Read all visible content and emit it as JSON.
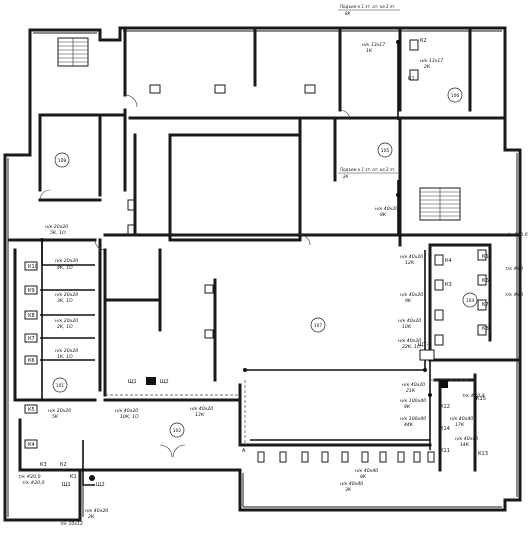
{
  "rooms": [
    "105",
    "106",
    "107",
    "104",
    "101",
    "102",
    "108"
  ],
  "notes": {
    "top_note": "Подъем к 1 эт. от. на 2 эт.",
    "top_note_sub": "8К",
    "mid_note": "Подъем к 1 эт. от. на 2 эт.",
    "mid_note_sub": "2К"
  },
  "pipe_labels": [
    "н/к 20х20",
    "5К, 1О",
    "н/к 20х20",
    "4К, 1О",
    "н/к 20х20",
    "3К, 1О",
    "н/к 20х20",
    "2К, 1О",
    "н/к 20х20",
    "1К, 1О",
    "н/к 20х20",
    "5К",
    "н/к 40х20",
    "8К",
    "н/к 40х20",
    "12К",
    "н/к 40х20",
    "9К",
    "н/к 40х20",
    "10К",
    "н/к 40х20",
    "22К, 1О",
    "н/к 40х20",
    "21К",
    "н/к 100х40",
    "8К",
    "н/к 100х40",
    "44К",
    "н/к 13х17",
    "1К",
    "н/к 13х17",
    "2К",
    "н/к 40х40",
    "17К",
    "н/к 40х40",
    "14К",
    "н/к 40х40",
    "8К",
    "н/к 40х40",
    "3К",
    "н/к 40х20",
    "2К",
    "н/к 40х20",
    "10К, 1О",
    "н/к 40х20",
    "13К",
    "т/к #20,0",
    "т/к #20,0",
    "т/к #20,0",
    "т/к #40",
    "т/к #40",
    "т/к #20,9",
    "т/к 10х12"
  ],
  "equipment": [
    "К2",
    "К1",
    "К4",
    "К5",
    "К3",
    "К6",
    "К7",
    "К8",
    "К10",
    "К9",
    "К8",
    "К7",
    "К6",
    "К5",
    "К4",
    "К3",
    "К2",
    "К1",
    "К11",
    "К12",
    "К13",
    "К14",
    "К15",
    "Щ1",
    "Щ2",
    "ЩТ-1",
    "Щ1",
    "Щ2",
    "А"
  ]
}
